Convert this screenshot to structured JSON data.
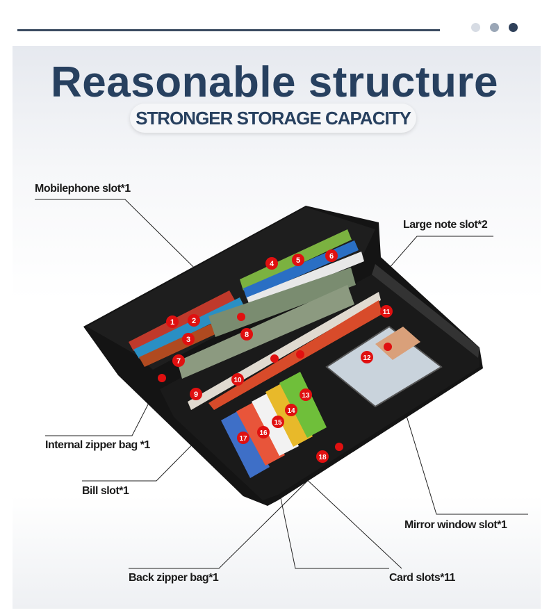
{
  "header": {
    "title": "Reasonable structure",
    "subtitle": "STRONGER STORAGE CAPACITY"
  },
  "pager": {
    "dot_colors": [
      "#d7dce4",
      "#9aa6b6",
      "#2f405a"
    ],
    "active_index": 2
  },
  "colors": {
    "accent": "#27405f",
    "marker": "#e01010"
  },
  "callouts": {
    "mobilephone_slot": "Mobilephone slot*1",
    "large_note_slot": "Large note slot*2",
    "internal_zipper_bag": "Internal zipper bag *1",
    "bill_slot": "Bill slot*1",
    "mirror_window_slot": "Mirror window slot*1",
    "back_zipper_bag": "Back zipper bag*1",
    "card_slots": "Card slots*11"
  },
  "markers": [
    "1",
    "2",
    "3",
    "4",
    "5",
    "6",
    "7",
    "8",
    "9",
    "10",
    "11",
    "12",
    "13",
    "14",
    "15",
    "16",
    "17",
    "18"
  ]
}
